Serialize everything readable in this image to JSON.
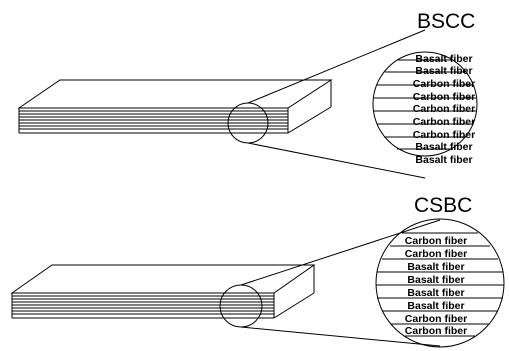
{
  "diagrams": [
    {
      "title": "BSCC",
      "layers": [
        "Basalt fiber",
        "Basalt fiber",
        "Carbon fiber",
        "Carbon fiber",
        "Carbon fiber",
        "Carbon fiber",
        "Carbon fiber",
        "Basalt fiber",
        "Basalt fiber"
      ]
    },
    {
      "title": "CSBC",
      "layers": [
        "Carbon fiber",
        "Carbon fiber",
        "Basalt fiber",
        "Basalt fiber",
        "Basalt fiber",
        "Basalt fiber",
        "Carbon fiber",
        "Carbon fiber"
      ]
    }
  ]
}
